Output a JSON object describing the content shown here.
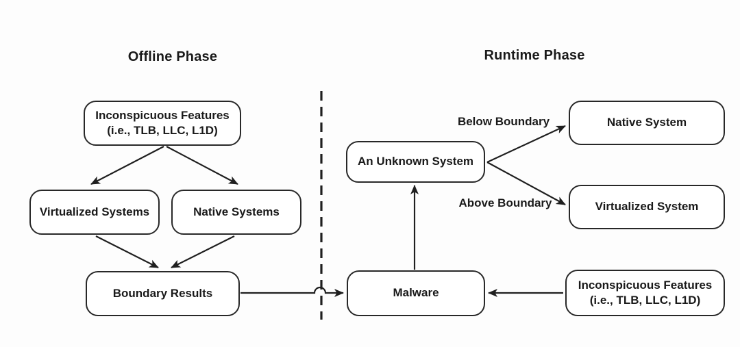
{
  "phases": {
    "offline_title": "Offline Phase",
    "runtime_title": "Runtime Phase"
  },
  "nodes": {
    "offline_features_line1": "Inconspicuous Features",
    "offline_features_line2": "(i.e., TLB, LLC, L1D)",
    "virtualized_systems": "Virtualized Systems",
    "native_systems": "Native Systems",
    "boundary_results": "Boundary Results",
    "unknown_system": "An Unknown System",
    "native_system": "Native System",
    "virtualized_system": "Virtualized System",
    "malware": "Malware",
    "runtime_features_line1": "Inconspicuous Features",
    "runtime_features_line2": "(i.e., TLB, LLC, L1D)"
  },
  "edge_labels": {
    "below_boundary": "Below Boundary",
    "above_boundary": "Above Boundary"
  },
  "colors": {
    "line": "#1f1f1f",
    "box_border": "#282828",
    "box_fill": "#ffffff",
    "text": "#1a1a1a",
    "background": "#fdfdfd"
  }
}
